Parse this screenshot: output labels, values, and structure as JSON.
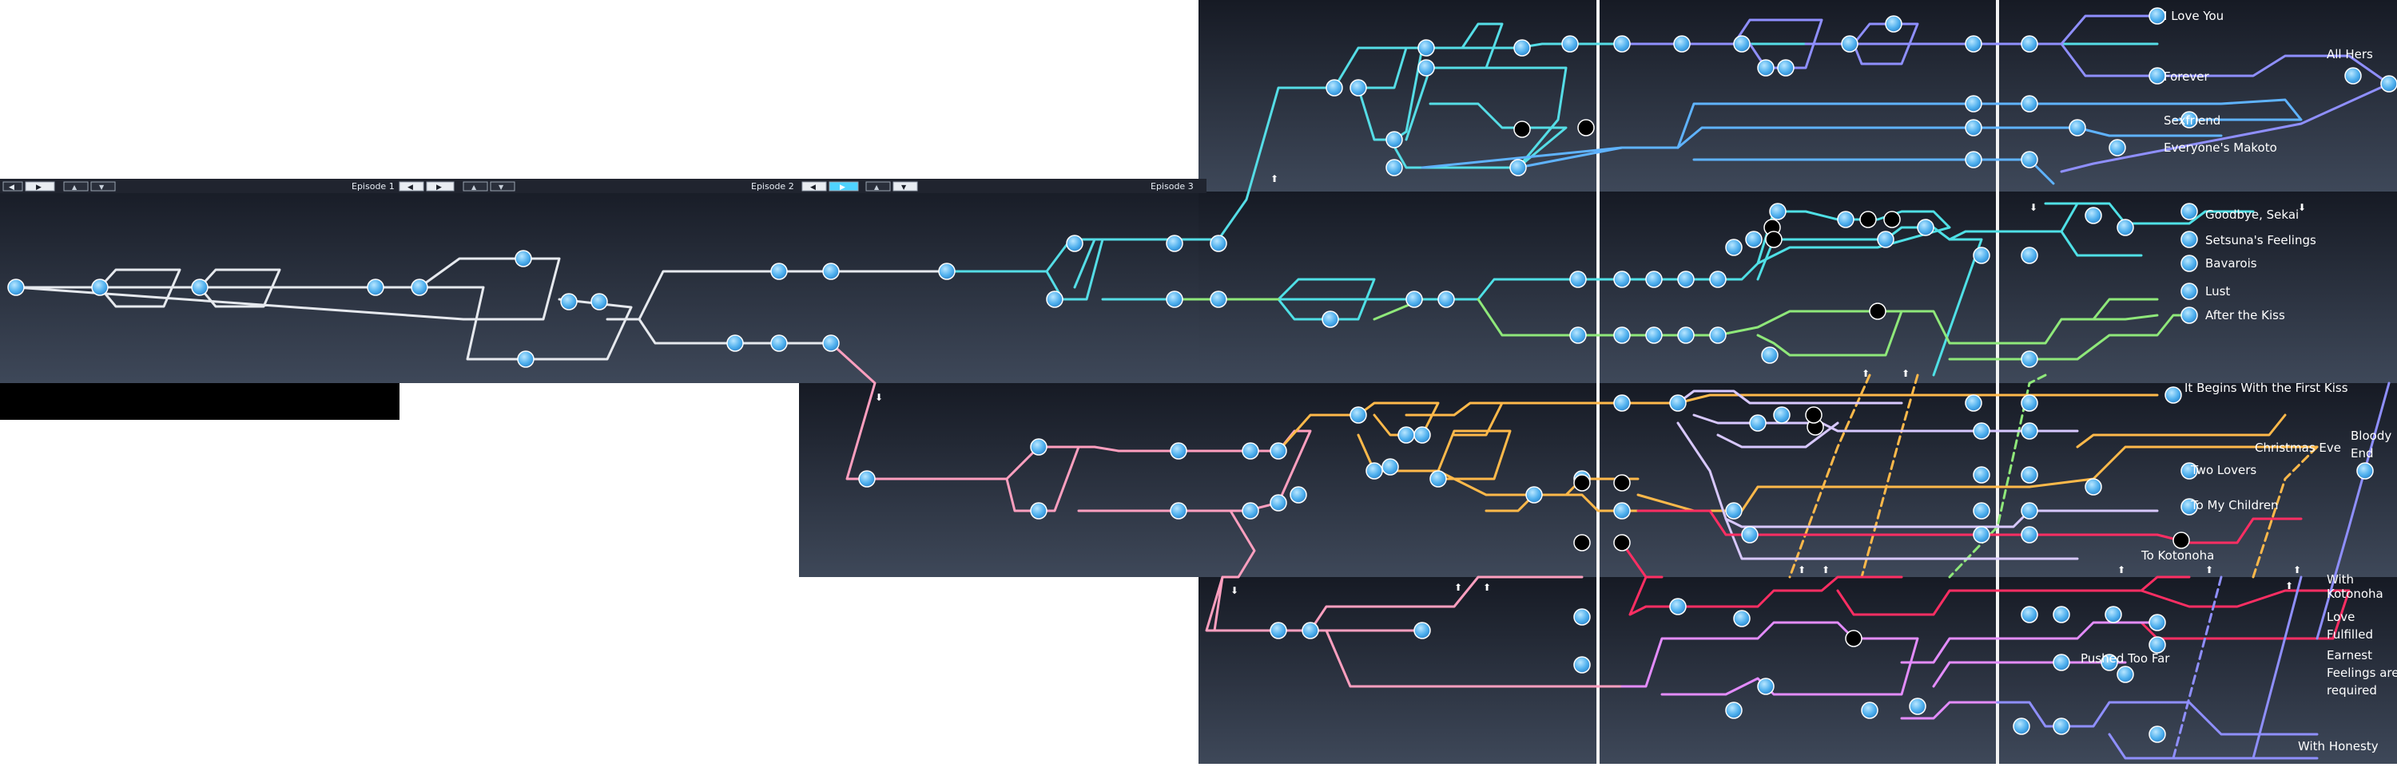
{
  "episodes": [
    {
      "label": "Episode 1"
    },
    {
      "label": "Episode 2"
    },
    {
      "label": "Episode 3"
    }
  ],
  "nav_icons": [
    "arrow-left-icon",
    "play-icon",
    "arrow-up-icon",
    "arrow-down-icon"
  ],
  "endings": [
    {
      "label": "I Love You",
      "color": "#8fa9ff"
    },
    {
      "label": "All Hers",
      "color": "#8fa9ff"
    },
    {
      "label": "Forever",
      "color": "#8fa9ff"
    },
    {
      "label": "Sexfriend",
      "color": "#5fb8ff"
    },
    {
      "label": "Everyone's Makoto",
      "color": "#5fb8ff"
    },
    {
      "label": "Goodbye, Sekai",
      "color": "#4fe0e6"
    },
    {
      "label": "Setsuna's Feelings",
      "color": "#4fe0e6"
    },
    {
      "label": "Bavarois",
      "color": "#7be8a6"
    },
    {
      "label": "Lust",
      "color": "#7be8a6"
    },
    {
      "label": "After the Kiss",
      "color": "#a9ee88"
    },
    {
      "label": "It Begins With the First Kiss",
      "color": "#ffd56a"
    },
    {
      "label": "Christmas Eve",
      "color": "#ffb05a"
    },
    {
      "label": "Bloody End",
      "color": "#ffffff"
    },
    {
      "label": "Two Lovers",
      "color": "#ff9fb8"
    },
    {
      "label": "To My Children",
      "color": "#ff9fb8"
    },
    {
      "label": "To Kotonoha",
      "color": "#ff5a8c"
    },
    {
      "label": "With Kotonoha",
      "color": "#ff4f7a"
    },
    {
      "label": "Love",
      "color": "#ff4f7a"
    },
    {
      "label": "Fulfilled",
      "color": "#ff4f7a"
    },
    {
      "label": "Earnest Feelings are required",
      "color": "#c895ff"
    },
    {
      "label": "Pushed Too Far",
      "color": "#e48cff"
    },
    {
      "label": "With Honesty",
      "color": "#8f8fff"
    }
  ],
  "colors": {
    "panel_top": "#1c2130",
    "panel_bottom": "#3d475a",
    "line_default": "#e6e9ee",
    "line_cyan": "#55dde6",
    "line_blue": "#5fb3ff",
    "line_violet": "#8f8fff",
    "line_green": "#8fe87a",
    "line_pink": "#ff9fbf",
    "line_orange": "#ffb94a",
    "line_red": "#ff2e63",
    "node_fill": "#55b6f2",
    "node_stroke": "#ffffff",
    "node_black": "#000000",
    "nav_active": "#4fd3ff",
    "divider": "#f2f2f2"
  }
}
